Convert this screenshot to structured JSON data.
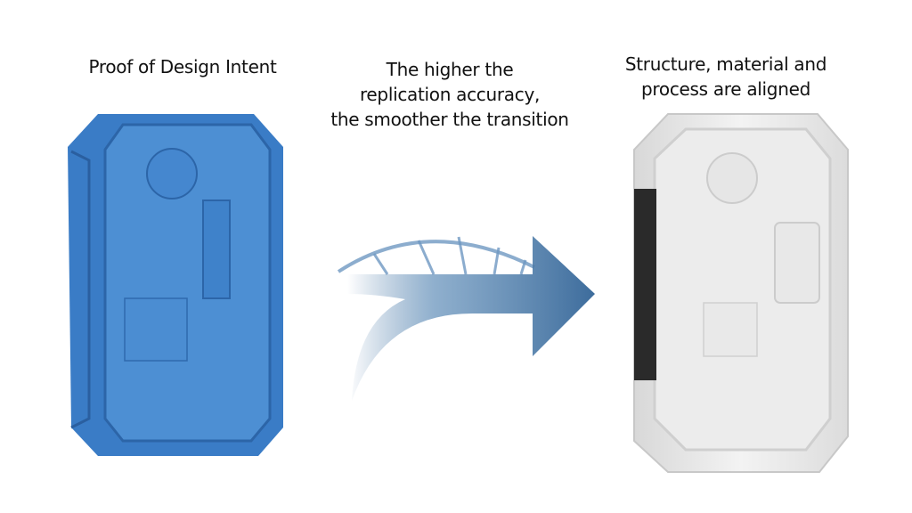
{
  "captions": {
    "left": "Proof of Design Intent",
    "middle": [
      "The higher the",
      "replication accuracy,",
      "the smoother the transition"
    ],
    "right": [
      "Structure, material and",
      "process are aligned"
    ]
  },
  "colors": {
    "prototype": "#3f7fc4",
    "arrow": "#3f6f9f",
    "production": "#eeeeee"
  }
}
